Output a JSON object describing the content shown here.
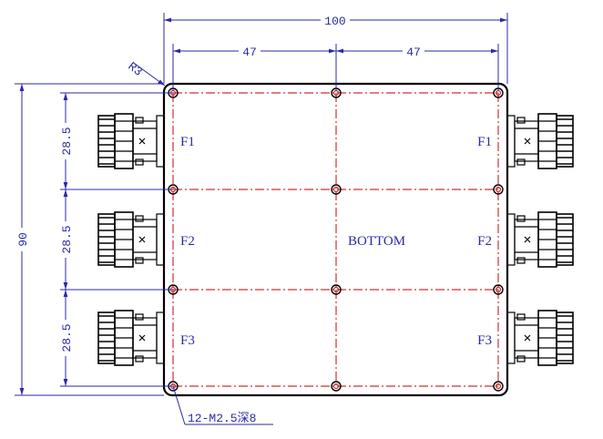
{
  "dimensions": {
    "overall_width": "100",
    "half_width_left": "47",
    "half_width_right": "47",
    "overall_height": "90",
    "pitch_top": "28.5",
    "pitch_mid": "28.5",
    "pitch_bottom": "28.5",
    "corner_radius": "R3"
  },
  "labels": {
    "left_ports": [
      "F1",
      "F2",
      "F3"
    ],
    "right_ports": [
      "F1",
      "F2",
      "F3"
    ],
    "center": "BOTTOM"
  },
  "hole_note": "12-M2.5深8",
  "colors": {
    "outline": "#000000",
    "dimension": "#2a2aa8",
    "centerline": "#d23030",
    "hole": "#c03030"
  }
}
